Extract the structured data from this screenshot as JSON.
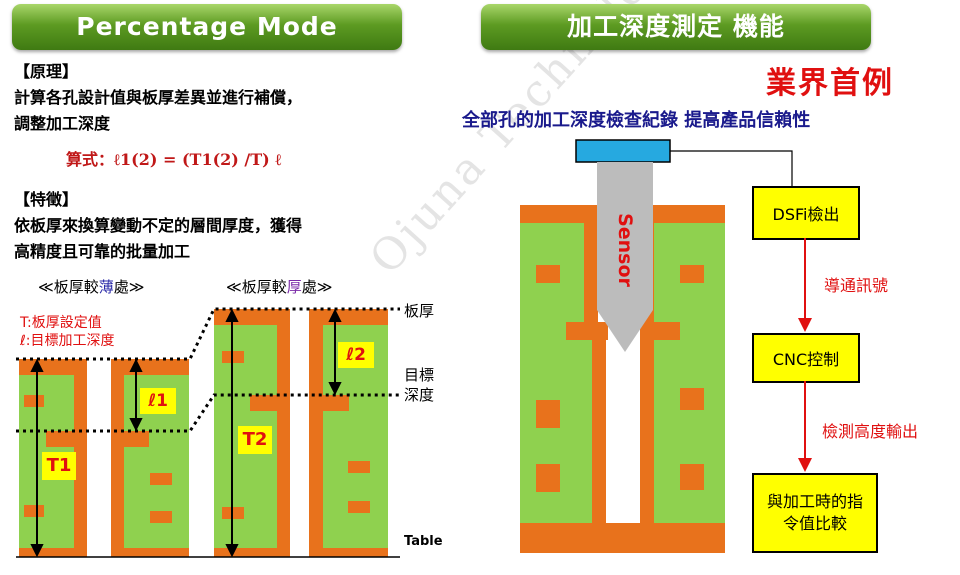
{
  "left": {
    "banner": "Percentage  Mode",
    "principle_heading": "【原理】",
    "principle_line1": "計算各孔設計值與板厚差異並進行補償，",
    "principle_line2": "調整加工深度",
    "formula_label": "算式：",
    "formula": "ℓ1(2) = (T1(2) /T) ℓ",
    "feature_heading": "【特徵】",
    "feature_line1": "依板厚來換算變動不定的層間厚度，獲得",
    "feature_line2": "高精度且可靠的批量加工",
    "thin_label_pre": "≪板厚較",
    "thin_label_em": "薄",
    "thin_label_post": "處≫",
    "thick_label_pre": "≪板厚較",
    "thick_label_em": "厚",
    "thick_label_post": "處≫",
    "legend_T": "T:板厚設定值",
    "legend_l": "ℓ:目標加工深度",
    "label_thickness": "板厚",
    "label_target_line1": "目標",
    "label_target_line2": "深度",
    "label_table": "Table",
    "T1": "T1",
    "T2": "T2",
    "l1": "ℓ1",
    "l2": "ℓ2"
  },
  "right": {
    "banner": "加工深度測定 機能",
    "industry_first": "業界首例",
    "subtitle": "全部孔的加工深度檢查紀錄 提高產品信賴性",
    "sensor": "Sensor",
    "box1": "DSFi檢出",
    "arrow1_label": "導通訊號",
    "box2": "CNC控制",
    "arrow2_label": "檢測高度輸出",
    "box3": "與加工時的指令值比較"
  },
  "watermark": "Ojuna Technology",
  "colors": {
    "green": "#8fd14f",
    "orange": "#e8721c",
    "banner_green": "#4e8c1a",
    "blue": "#26a9e0",
    "yellow": "#ffff00",
    "navy": "#1a1a8c",
    "red": "#e01010"
  }
}
